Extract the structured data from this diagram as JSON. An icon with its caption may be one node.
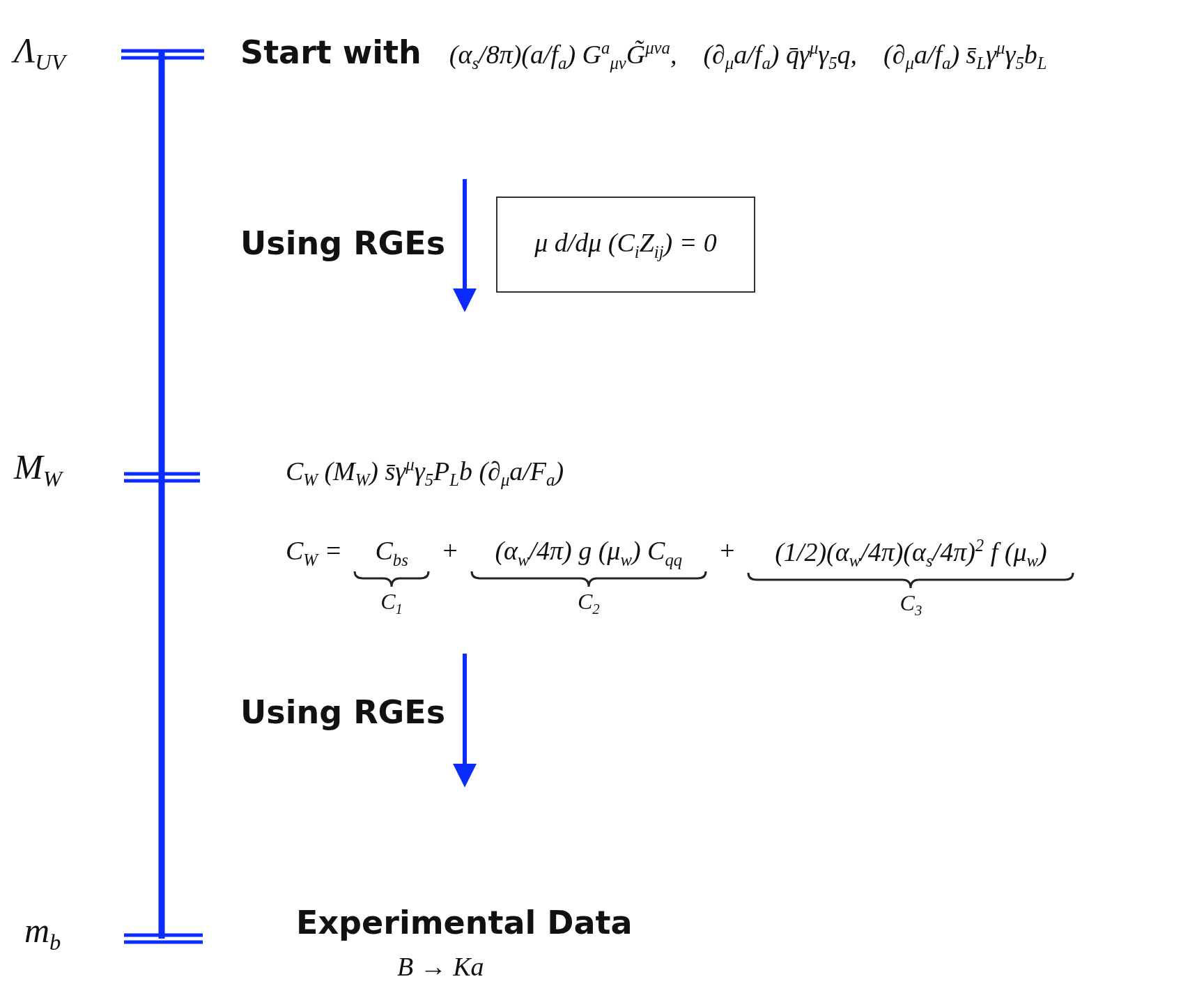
{
  "diagram": {
    "nodes": [
      {
        "text": [
          "μ d/dμ (C$_{i}$Z$_{ij}$) = 0"
        ]
      }
    ],
    "labels": [
      "Λ$_{UV}$",
      "Start with",
      "(α$_{s}$/8π)(a/f$_{a}$) G$^{a}$$_{μν}$G̃$^{μνa}$,",
      "(∂$_{μ}$a/f$_{a}$) q̄γ$^{μ}$γ$_{5}$q,",
      "(∂$_{μ}$a/f$_{a}$) s̄$_{L}$γ$^{μ}$γ$_{5}$b$_{L}$",
      "Using RGEs",
      "M$_{W}$",
      "C$_{W}$ (M$_{W}$) s̄γ$^{μ}$γ$_{5}$P$_{L}$b (∂$_{μ}$a/F$_{a}$)",
      "C$_{W}$ =",
      "C$_{bs}$",
      "C$_{1}$",
      "+",
      "(α$_{w}$/4π) g (μ$_{w}$) C$_{qq}$",
      "C$_{2}$",
      "+",
      "(1/2)(α$_{w}$/4π)(α$_{s}$/4π)$^{2}$ f (μ$_{w}$)",
      "C$_{3}$",
      "Using RGEs",
      "m$_{b}$",
      "Experimental Data",
      "B → Ka"
    ]
  }
}
